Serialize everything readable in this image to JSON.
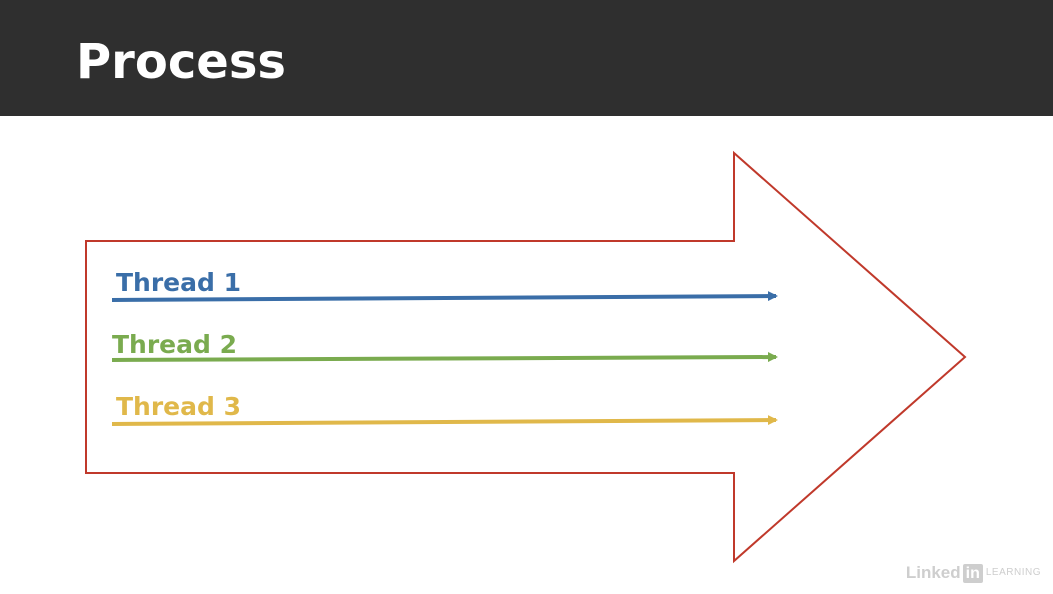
{
  "slide": {
    "title": "Process"
  },
  "diagram": {
    "process_arrow_color": "#c0392b",
    "threads": [
      {
        "label": "Thread 1",
        "color": "#3a6ea8"
      },
      {
        "label": "Thread 2",
        "color": "#7aab4f"
      },
      {
        "label": "Thread 3",
        "color": "#e0b84a"
      }
    ]
  },
  "watermark": {
    "brand_prefix": "Linked",
    "brand_in": "in",
    "brand_suffix": "LEARNING"
  }
}
